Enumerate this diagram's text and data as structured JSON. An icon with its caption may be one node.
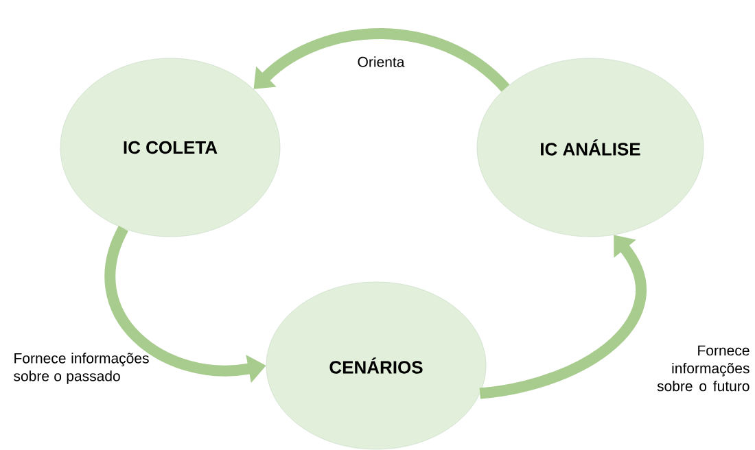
{
  "diagram": {
    "nodes": [
      {
        "text": [
          "IC COLETA"
        ]
      },
      {
        "text": [
          "IC ANÁLISE"
        ]
      },
      {
        "text": [
          "CENÁRIOS"
        ]
      }
    ],
    "edges": [
      {
        "from": 1,
        "to": 0,
        "arrow": "to",
        "label": "Orienta"
      },
      {
        "from": 0,
        "to": 2,
        "arrow": "to",
        "label": "Fornece informações sobre o passado"
      },
      {
        "from": 2,
        "to": 1,
        "arrow": "to",
        "label": "Fornece informações sobre o futuro"
      }
    ]
  }
}
